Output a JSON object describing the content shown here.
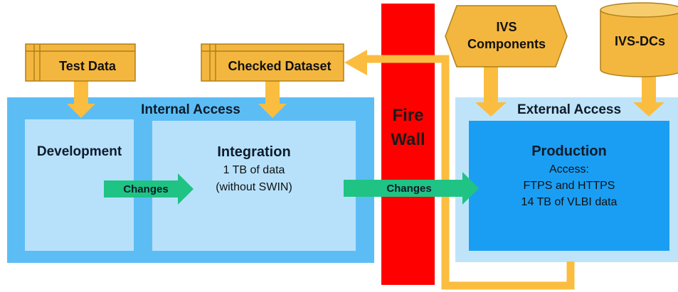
{
  "colors": {
    "internal_zone": "#5cbdf5",
    "internal_panel": "#b7e1fb",
    "external_zone": "#bfe4fa",
    "production_panel": "#1a9ef3",
    "firewall": "#ff0000",
    "data_boxes": "#f3b73f",
    "data_box_border": "#b07f1a",
    "orange_arrows": "#fbbd3f",
    "changes_arrows": "#1fc384"
  },
  "sources": {
    "test_data": "Test Data",
    "checked_dataset": "Checked Dataset",
    "ivs_components_line1": "IVS",
    "ivs_components_line2": "Components",
    "ivs_dcs": "IVS-DCs"
  },
  "internal_access": {
    "title": "Internal Access",
    "development": "Development",
    "integration": {
      "title": "Integration",
      "line1": "1 TB of data",
      "line2": "(without SWIN)"
    }
  },
  "firewall": {
    "line1": "Fire",
    "line2": "Wall"
  },
  "external_access": {
    "title": "External Access",
    "production": {
      "title": "Production",
      "line1": "Access:",
      "line2": "FTPS and HTTPS",
      "line3": "14 TB of VLBI data"
    }
  },
  "flows": {
    "changes_internal": "Changes",
    "changes_external": "Changes"
  }
}
